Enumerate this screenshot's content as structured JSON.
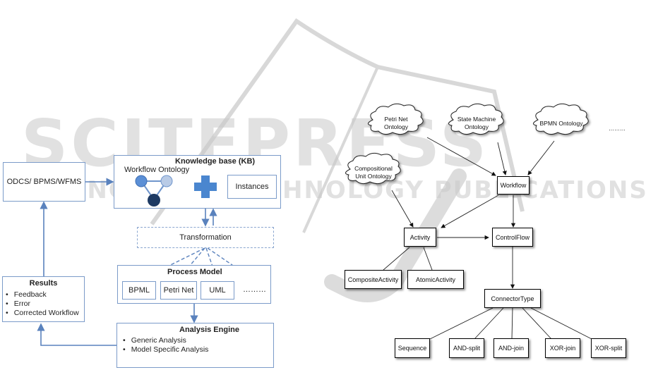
{
  "watermark": {
    "title": "SCITEPRESS",
    "subtitle": "SCIENCE AND TECHNOLOGY PUBLICATIONS"
  },
  "left_diagram": {
    "odcs": {
      "label": "ODCS/ BPMS/WFMS"
    },
    "knowledge_base": {
      "title": "Knowledge base (KB)",
      "ontology_label": "Workflow Ontology",
      "instances_label": "Instances",
      "colors": {
        "node_light": "#5b8fd6",
        "node_pale": "#b9cbe6",
        "node_dark": "#1d3a63",
        "plus": "#4a86cf"
      }
    },
    "transformation": {
      "label": "Transformation"
    },
    "process_model": {
      "title": "Process Model",
      "items": [
        "BPML",
        "Petri Net",
        "UML",
        "………"
      ]
    },
    "results": {
      "title": "Results",
      "items": [
        "Feedback",
        "Error",
        "Corrected Workflow"
      ]
    },
    "analysis_engine": {
      "title": "Analysis Engine",
      "items": [
        "Generic Analysis",
        "Model Specific Analysis"
      ]
    },
    "accent_color": "#5a82bd"
  },
  "right_diagram": {
    "clouds": [
      {
        "id": "petri",
        "label": "Petri Net\nOntology"
      },
      {
        "id": "state",
        "label": "State Machine\nOntology"
      },
      {
        "id": "bpmn",
        "label": "BPMN Ontology"
      },
      {
        "id": "comp",
        "label": "Compositional\nUnit Ontology"
      }
    ],
    "ellipsis": "………",
    "nodes": {
      "workflow": "Workflow",
      "activity": "Activity",
      "controlflow": "ControlFlow",
      "composite": "CompositeActivity",
      "atomic": "AtomicActivity",
      "connector": "ConnectorType",
      "sequence": "Sequence",
      "and_split": "AND-split",
      "and_join": "AND-join",
      "xor_join": "XOR-join",
      "xor_split": "XOR-split"
    }
  }
}
